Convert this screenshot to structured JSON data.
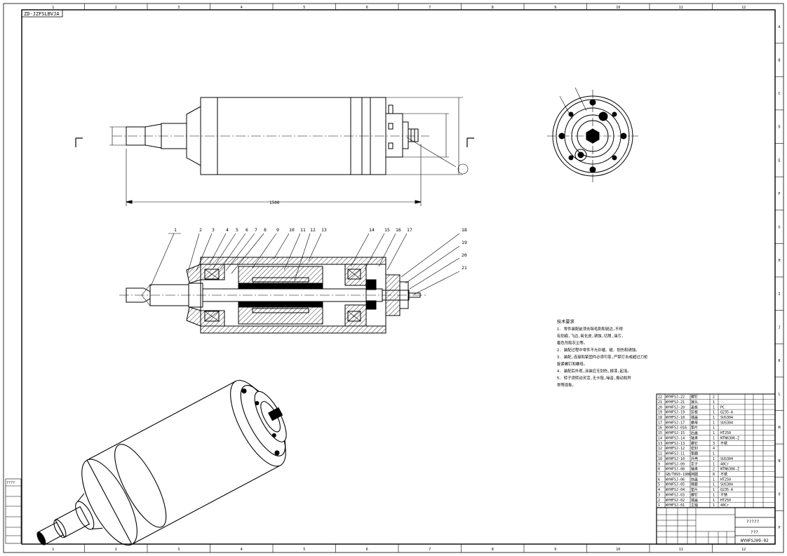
{
  "drawing": {
    "code_top_left": "ZD-JZFSLBVJA",
    "title_lines": [
      "?????",
      "???",
      "WYHFSJ09-02"
    ],
    "overall_length_dim": "1500",
    "left_stack_label": "????",
    "notes": [
      "技术要求",
      "1. 零件装配前须去除毛刺和锐边,不得",
      "有划痕,飞边,氧化皮,锈蚀,切屑,油污,",
      "着色剂和灰尘等。",
      "2. 装配过程中零件不允许磕、碰、划伤和锈蚀。",
      "3. 装配,连接和紧固件必须可靠,严禁打击或超过力矩",
      "旋紧螺钉和螺母。",
      "4. 装配后外观,涂装应无划伤,掉漆,起泡。",
      "5. 转子须转动灵活,无卡阻,噪音,振动和异",
      "常等现象。"
    ],
    "border_cols": [
      "1",
      "2",
      "3",
      "4",
      "5",
      "6",
      "7",
      "8",
      "9",
      "10",
      "11",
      "12"
    ],
    "border_rows": [
      "A",
      "B",
      "C",
      "D",
      "E",
      "F",
      "G",
      "H",
      "I",
      "J",
      "K",
      "L",
      "M",
      "N",
      "O",
      "P"
    ],
    "balloons": [
      "1",
      "2",
      "3",
      "4",
      "5",
      "6",
      "7",
      "8",
      "9",
      "10",
      "11",
      "12",
      "13",
      "14",
      "15",
      "16",
      "17",
      "18",
      "19",
      "20",
      "21"
    ],
    "bom": [
      {
        "no": "22",
        "code": "WYHFSJ-22",
        "name": "螺钉",
        "qty": "2",
        "mat": ""
      },
      {
        "no": "21",
        "code": "WYHFSJ-21",
        "name": "接头",
        "qty": "1",
        "mat": ""
      },
      {
        "no": "20",
        "code": "WYHFSJ-20",
        "name": "盖板",
        "qty": "1",
        "mat": "PC"
      },
      {
        "no": "19",
        "code": "WYHFSJ-19",
        "name": "压板",
        "qty": "1",
        "mat": "Q235-A"
      },
      {
        "no": "18",
        "code": "WYHFSJ-18",
        "name": "端盖",
        "qty": "1",
        "mat": "SUS304"
      },
      {
        "no": "17",
        "code": "WYHFSJ-17",
        "name": "螺母",
        "qty": "1",
        "mat": "SUS304"
      },
      {
        "no": "16",
        "code": "WYHFSJ-016",
        "name": "垫片",
        "qty": "1",
        "mat": ""
      },
      {
        "no": "15",
        "code": "WYHFSJ-15",
        "name": "后盖",
        "qty": "1",
        "mat": "HT250"
      },
      {
        "no": "14",
        "code": "WYHFSJ-14",
        "name": "轴承",
        "qty": "1",
        "mat": "NTN6306-Z"
      },
      {
        "no": "13",
        "code": "WYHFSJ-13",
        "name": "螺钉",
        "qty": "3",
        "mat": "不锈"
      },
      {
        "no": "12",
        "code": "WYHFSJ-12",
        "name": "密封",
        "qty": "4",
        "mat": ""
      },
      {
        "no": "11",
        "code": "WYHFSJ-11",
        "name": "垫圈",
        "qty": "1",
        "mat": ""
      },
      {
        "no": "10",
        "code": "WYHFSJ-10",
        "name": "外壳",
        "qty": "1",
        "mat": "SUS304"
      },
      {
        "no": "9",
        "code": "WYHFSJ-09",
        "name": "定子",
        "qty": "1",
        "mat": "40Cr"
      },
      {
        "no": "8",
        "code": "WYHFSJ-08",
        "name": "轴承",
        "qty": "2",
        "mat": "NTN6306-Z"
      },
      {
        "no": "7",
        "code": "GB/T893-1986",
        "name": "挡圈",
        "qty": "8",
        "mat": "不锈"
      },
      {
        "no": "6",
        "code": "WYHFSJ-06",
        "name": "前盖",
        "qty": "1",
        "mat": "HT250"
      },
      {
        "no": "5",
        "code": "WYHFSJ-05",
        "name": "隔套",
        "qty": "1",
        "mat": "SUS304"
      },
      {
        "no": "4",
        "code": "WYHFSJ-04",
        "name": "垫片",
        "qty": "1",
        "mat": "Q235-A"
      },
      {
        "no": "3",
        "code": "WYHFSJ-03",
        "name": "螺钉",
        "qty": "1",
        "mat": "不锈"
      },
      {
        "no": "2",
        "code": "WYHFSJ-02",
        "name": "端盖",
        "qty": "1",
        "mat": "HT250"
      },
      {
        "no": "1",
        "code": "WYHFSJ-01",
        "name": "主轴",
        "qty": "1",
        "mat": "40Cr"
      }
    ]
  }
}
